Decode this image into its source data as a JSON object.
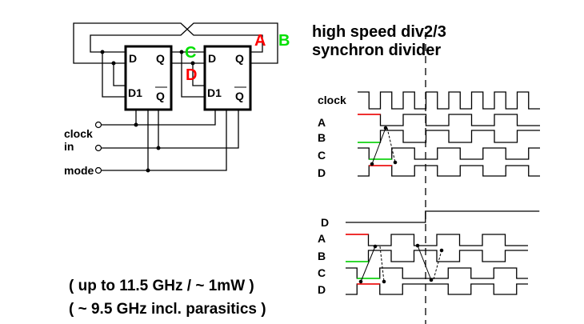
{
  "title": {
    "line1": "high speed div2/3",
    "line2": "synchron divider"
  },
  "notes": {
    "line1": "( up to 11.5 GHz / ~ 1mW )",
    "line2": "( ~ 9.5 GHz incl. parasitics )"
  },
  "circuit": {
    "ff1": {
      "d": "D",
      "d1": "D1",
      "q": "Q",
      "qbar": "Q"
    },
    "ff2": {
      "d": "D",
      "d1": "D1",
      "q": "Q",
      "qbar": "Q"
    },
    "nodes": {
      "a": "A",
      "b": "B",
      "c": "C",
      "d": "D"
    },
    "inputs": {
      "clock_line1": "clock",
      "clock_line2": "in",
      "mode": "mode"
    },
    "colors": {
      "a": "#ff0000",
      "b": "#00e000",
      "c": "#00e000",
      "d": "#ff0000"
    }
  },
  "timing_top": {
    "labels": [
      "clock",
      "A",
      "B",
      "C",
      "D"
    ],
    "levels": {
      "clock": [
        1,
        0,
        1,
        0,
        1,
        0,
        1,
        0,
        1,
        0,
        1,
        0,
        1,
        0,
        1,
        0
      ],
      "A": [
        1,
        1,
        0,
        0,
        1,
        1,
        0,
        0,
        1,
        1,
        0,
        0,
        1,
        1,
        0,
        0
      ],
      "B": [
        0,
        0,
        1,
        1,
        0,
        0,
        1,
        1,
        0,
        0,
        1,
        1,
        0,
        0,
        1,
        1
      ],
      "C": [
        1,
        0,
        0,
        1,
        1,
        0,
        0,
        1,
        1,
        0,
        0,
        1,
        1,
        0,
        0,
        1
      ],
      "D": [
        0,
        1,
        1,
        0,
        0,
        1,
        1,
        0,
        0,
        1,
        1,
        0,
        0,
        1,
        1,
        0
      ]
    }
  },
  "timing_bottom": {
    "labels": [
      "D",
      "A",
      "B",
      "C",
      "D"
    ],
    "levels": {
      "Dmode": [
        0,
        0,
        0,
        0,
        0,
        0,
        0,
        1,
        1,
        1,
        1,
        1,
        1,
        1,
        1,
        1,
        1
      ],
      "A": [
        1,
        1,
        0,
        0,
        1,
        1,
        0,
        0,
        1,
        1,
        0,
        0,
        1,
        1,
        0,
        0
      ],
      "B": [
        0,
        0,
        1,
        1,
        0,
        0,
        1,
        1,
        0,
        0,
        1,
        1,
        0,
        0,
        1,
        1
      ],
      "C": [
        1,
        0,
        0,
        1,
        1,
        0,
        0,
        0,
        0,
        1,
        1,
        0,
        0,
        1,
        1,
        0
      ],
      "D": [
        0,
        1,
        1,
        0,
        0,
        1,
        1,
        1,
        1,
        0,
        0,
        1,
        1,
        0,
        0,
        1
      ]
    }
  },
  "highlight_colors": {
    "red": "#ff0000",
    "green": "#00e000"
  }
}
